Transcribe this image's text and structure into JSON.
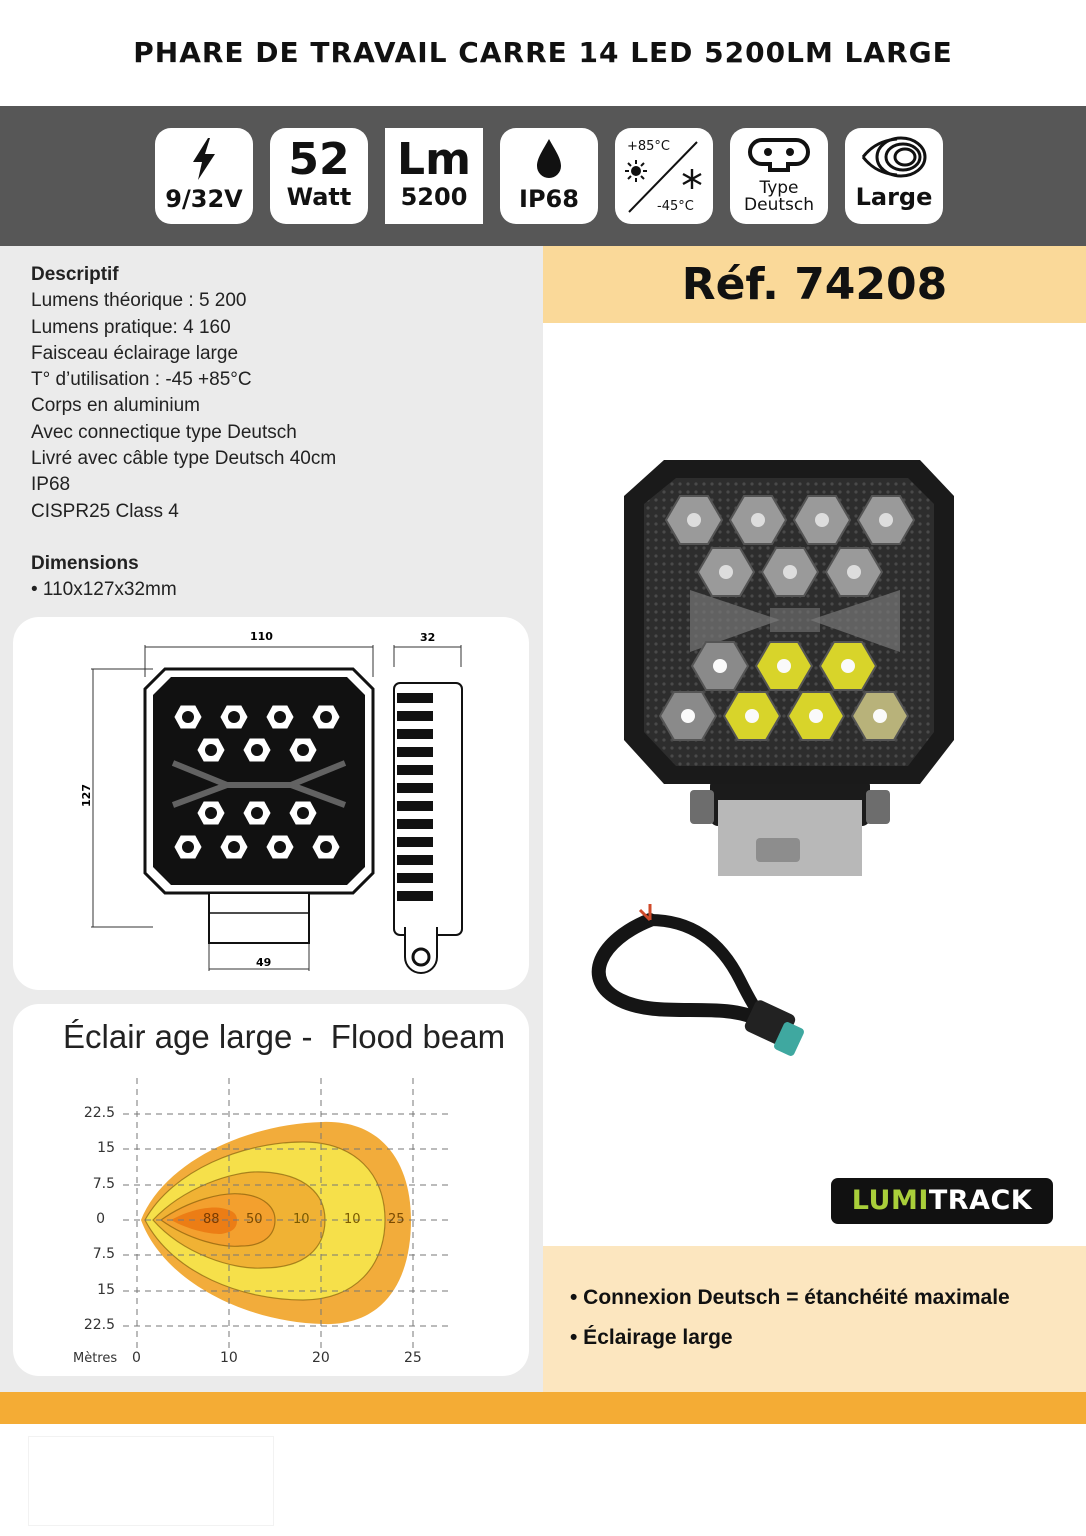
{
  "title": "PHARE DE TRAVAIL CARRE 14 LED 5200LM LARGE",
  "badges": {
    "voltage": "9/32V",
    "watt_value": "52",
    "watt_unit": "Watt",
    "lm_unit": "Lm",
    "lm_value": "5200",
    "ip": "IP68",
    "temp_high": "+85°C",
    "temp_low": "-45°C",
    "connector_line1": "Type",
    "connector_line2": "Deutsch",
    "beam": "Large"
  },
  "reference": "Réf. 74208",
  "description": {
    "heading": "Descriptif",
    "lines": [
      "Lumens théorique : 5 200",
      "Lumens pratique: 4 160",
      "Faisceau éclairage large",
      "T° d’utilisation : -45 +85°C",
      "Corps en aluminium",
      "Avec connectique type Deutsch",
      "Livré avec câble type Deutsch 40cm",
      "IP68",
      "CISPR25 Class 4"
    ],
    "dimensions_heading": "Dimensions",
    "dimensions_value": "• 110x127x32mm"
  },
  "drawing": {
    "width_label": "110",
    "height_label": "127",
    "depth_label": "32",
    "bracket_label": "49"
  },
  "beam_chart": {
    "title": "Éclair age large -  Flood beam",
    "y_ticks": [
      "22.5",
      "15",
      "7.5",
      "0",
      "7.5",
      "15",
      "22.5"
    ],
    "x_ticks": [
      "0",
      "10",
      "20",
      "25"
    ],
    "x_unit_label": "Mètres",
    "lux_labels": [
      "88",
      "50",
      "10",
      "10",
      "25"
    ]
  },
  "features": [
    "• Connexion Deutsch = étanchéité maximale",
    "• Éclairage large"
  ],
  "brand": {
    "part1": "LUMI",
    "part2": "TRACK"
  },
  "colors": {
    "band_gray": "#575757",
    "accent_orange": "#f4ac35",
    "ref_yellow": "#fad999",
    "feature_cream": "#fce6bf",
    "brand_green": "#a9cf3a"
  }
}
